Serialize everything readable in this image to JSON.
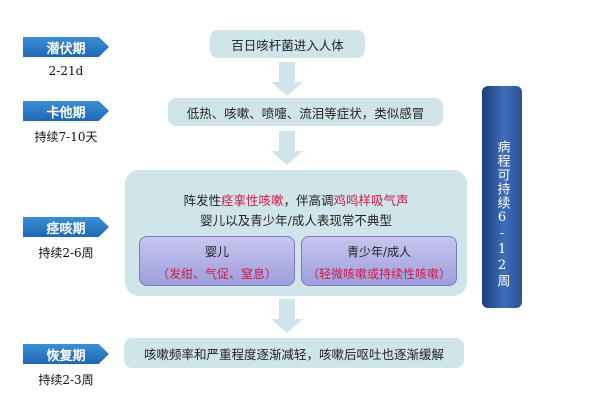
{
  "stages": [
    {
      "name": "潜伏期",
      "duration": "2-21d"
    },
    {
      "name": "卡他期",
      "duration": "持续7-10天"
    },
    {
      "name": "痉咳期",
      "duration": "持续2-6周"
    },
    {
      "name": "恢复期",
      "duration": "持续2-3周"
    }
  ],
  "boxes": {
    "incubation": "百日咳杆菌进入人体",
    "catarrhal": "低热、咳嗽、喷嚏、流泪等症状，类似感冒",
    "recovery": "咳嗽频率和严重程度逐渐减轻，咳嗽后呕吐也逐渐缓解"
  },
  "paroxysmal": {
    "line1_a": "阵发性",
    "line1_b": "痉挛性咳嗽",
    "line1_c": "，伴高调",
    "line1_d": "鸡鸣样吸气声",
    "line2": "婴儿以及青少年/成人表现常不典型",
    "infant": {
      "title": "婴儿",
      "detail": "（发绀、气促、窒息）"
    },
    "adult": {
      "title": "青少年/成人",
      "detail": "（轻微咳嗽或持续性咳嗽）"
    }
  },
  "course": "病程可持续6-12周",
  "colors": {
    "stage_tag": "#2a7bc8",
    "box": "#cfe5e9",
    "highlight": "#d11a4a",
    "sub_box": "#b3b3e8",
    "side_bar": "#2a5196"
  }
}
